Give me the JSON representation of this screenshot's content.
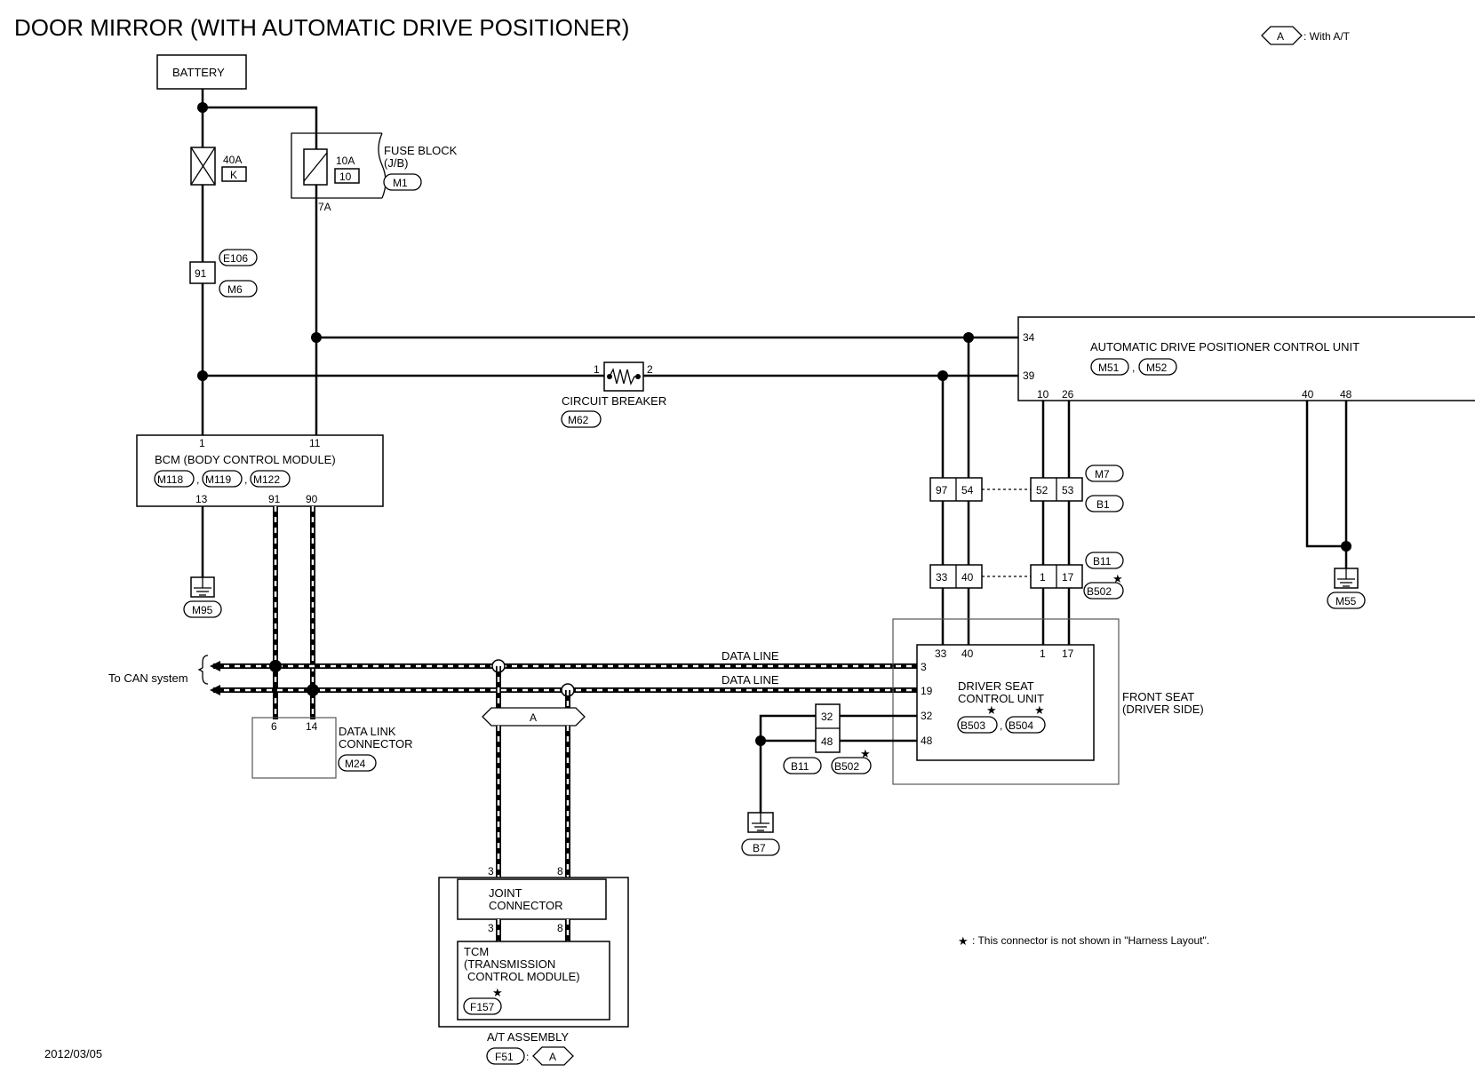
{
  "title": "DOOR MIRROR (WITH AUTOMATIC DRIVE POSITIONER)",
  "legend": {
    "option_code": "A",
    "option_text": ": With A/T"
  },
  "footnote": {
    "star": "★",
    "text": ": This connector is not shown in \"Harness Layout\"."
  },
  "date": "2012/03/05",
  "battery": {
    "label": "BATTERY"
  },
  "fuse_40a": {
    "rating": "40A",
    "code": "K"
  },
  "fuse_10a": {
    "rating": "10A",
    "number": "10",
    "pin": "7A"
  },
  "fuse_block": {
    "line1": "FUSE BLOCK",
    "line2": "(J/B)",
    "connector": "M1"
  },
  "inline_91": {
    "pin": "91",
    "conn_top": "E106",
    "conn_bottom": "M6"
  },
  "circuit_breaker": {
    "label": "CIRCUIT BREAKER",
    "pin1": "1",
    "pin2": "2",
    "connector": "M62"
  },
  "adp_unit": {
    "label": "AUTOMATIC DRIVE POSITIONER CONTROL UNIT",
    "conn1": "M51",
    "conn2": "M52",
    "pins": [
      "34",
      "39",
      "10",
      "26",
      "40",
      "48"
    ]
  },
  "bcm": {
    "label": "BCM (BODY CONTROL MODULE)",
    "conn1": "M118",
    "conn2": "M119",
    "conn3": "M122",
    "pins": [
      "1",
      "11",
      "13",
      "91",
      "90"
    ]
  },
  "ground_m95": "M95",
  "ground_m55": "M55",
  "ground_b7": "B7",
  "inline_m7_b1": {
    "pins": [
      "97",
      "54",
      "52",
      "53"
    ],
    "conn_top": "M7",
    "conn_bottom": "B1"
  },
  "inline_b11_b502": {
    "pins": [
      "33",
      "40",
      "1",
      "17"
    ],
    "conn_top": "B11",
    "conn_bottom": "B502"
  },
  "front_seat": {
    "line1": "FRONT SEAT",
    "line2": "(DRIVER SIDE)"
  },
  "driver_seat_unit": {
    "line1": "DRIVER SEAT",
    "line2": "CONTROL UNIT",
    "conn1": "B503",
    "conn2": "B504",
    "pins": [
      "33",
      "40",
      "1",
      "17",
      "3",
      "19",
      "32",
      "48"
    ]
  },
  "inline_32_48": {
    "pins": [
      "32",
      "48"
    ],
    "conn1": "B11",
    "conn2": "B502"
  },
  "can": {
    "to_can": "To CAN system",
    "data_line_1": "DATA LINE",
    "data_line_2": "DATA LINE"
  },
  "data_link": {
    "line1": "DATA LINK",
    "line2": "CONNECTOR",
    "connector": "M24",
    "pins": [
      "6",
      "14"
    ]
  },
  "option_a_bar": "A",
  "joint_connector": {
    "line1": "JOINT",
    "line2": "CONNECTOR",
    "pins": [
      "3",
      "8",
      "3",
      "8"
    ]
  },
  "tcm": {
    "line1": "TCM",
    "line2": "(TRANSMISSION",
    "line3": "CONTROL MODULE)",
    "connector": "F157"
  },
  "at_assembly": {
    "label": "A/T ASSEMBLY",
    "connector": "F51",
    "option": "A"
  }
}
